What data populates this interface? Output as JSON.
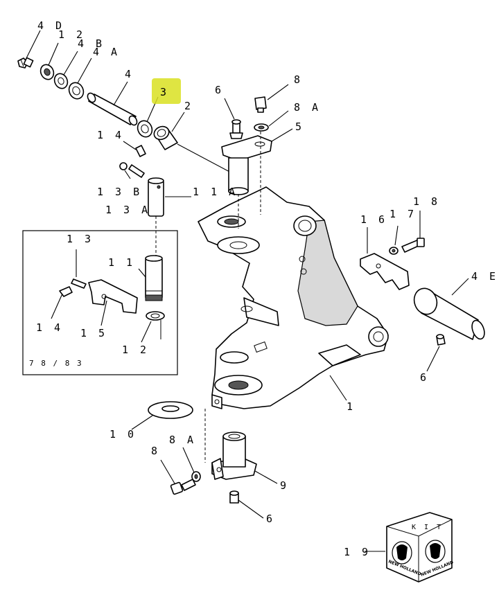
{
  "labels": {
    "l4D": "4 D",
    "l12a": "1 2",
    "l4B": "4 B",
    "l4A": "4 A",
    "l4": "4",
    "l3": "3",
    "l2": "2",
    "l6a": "6",
    "l8a": "8",
    "l8Aa": "8 A",
    "l5": "5",
    "l14a": "1 4",
    "l13B": "1 3 B",
    "l13A": "1 3 A",
    "l11A": "1 1 A",
    "l13": "1 3",
    "l11": "1 1",
    "l14b": "1 4",
    "l15": "1 5",
    "l12b": "1 2",
    "l7883": "7 8 / 8 3",
    "l16": "1 6",
    "l17": "1 7",
    "l18": "1 8",
    "l4E": "4 E",
    "l6b": "6",
    "l1": "1",
    "l10": "1 0",
    "l8b": "8",
    "l8Ab": "8 A",
    "l9": "9",
    "l6c": "6",
    "l19": "1 9"
  },
  "kit": {
    "label": "K I T",
    "brand": "NEW HOLLAND"
  },
  "highlight_color": "#d9e021"
}
